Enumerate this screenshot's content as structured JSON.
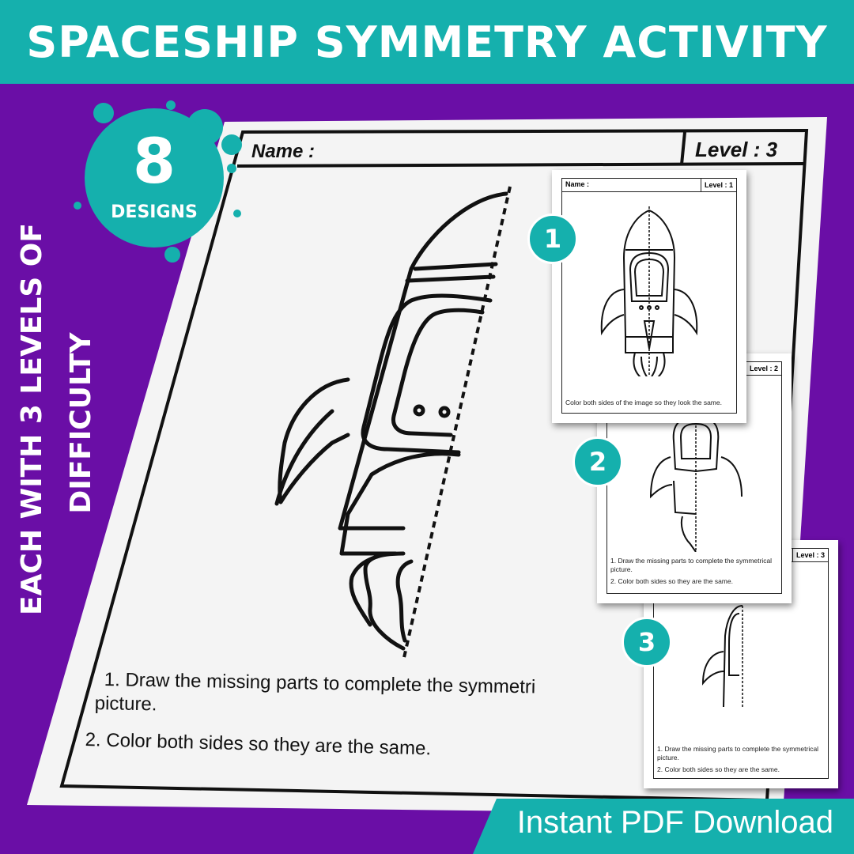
{
  "banner": {
    "title": "SPACESHIP SYMMETRY ACTIVITY"
  },
  "side_text": {
    "line1": "EACH WITH 3 LEVELS OF",
    "line2": "DIFFICULTY"
  },
  "badge": {
    "number": "8",
    "label": "DESIGNS"
  },
  "worksheet": {
    "name_label": "Name :",
    "level_label": "Level : 3",
    "instruction1_a": "1. Draw the missing parts to complete the symmetri",
    "instruction1_b": "picture.",
    "instruction2": "2. Color both sides so they are the same."
  },
  "thumbnails": [
    {
      "number": "1",
      "name_label": "Name :",
      "level_label": "Level : 1",
      "text1": "Color both sides of the image so they look the same."
    },
    {
      "number": "2",
      "level_label": "Level : 2",
      "text1": "1. Draw the missing parts to complete the symmetrical",
      "text1b": "picture.",
      "text2": "2. Color both sides so they are the same."
    },
    {
      "number": "3",
      "level_label": "Level : 3",
      "text1": "1. Draw the missing parts to complete the symmetrical",
      "text1b": "picture.",
      "text2": "2. Color both sides so they are the same."
    }
  ],
  "footer": {
    "text": "Instant PDF Download"
  },
  "colors": {
    "teal": "#15b0ad",
    "purple": "#6a0ea6",
    "paper": "#f4f4f4"
  }
}
